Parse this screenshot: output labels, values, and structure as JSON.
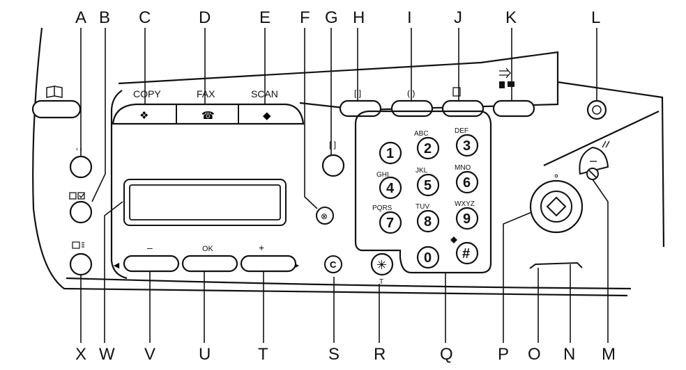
{
  "callouts": {
    "top": [
      "A",
      "B",
      "C",
      "D",
      "E",
      "F",
      "G",
      "H",
      "I",
      "J",
      "K",
      "L"
    ],
    "bottom": [
      "X",
      "W",
      "V",
      "U",
      "T",
      "S",
      "R",
      "Q",
      "P",
      "O",
      "N",
      "M"
    ]
  },
  "mode_buttons": {
    "copy": "COPY",
    "fax": "FAX",
    "scan": "SCAN"
  },
  "nav": {
    "minus": "–",
    "ok": "OK",
    "plus": "+"
  },
  "keypad": {
    "keys": [
      {
        "digit": "1",
        "letters": ""
      },
      {
        "digit": "2",
        "letters": "ABC"
      },
      {
        "digit": "3",
        "letters": "DEF"
      },
      {
        "digit": "4",
        "letters": "GHI"
      },
      {
        "digit": "5",
        "letters": "JKL"
      },
      {
        "digit": "6",
        "letters": "MNO"
      },
      {
        "digit": "7",
        "letters": "PQRS"
      },
      {
        "digit": "8",
        "letters": "TUV"
      },
      {
        "digit": "9",
        "letters": "WXYZ"
      },
      {
        "digit": "0",
        "letters": ""
      },
      {
        "digit": "#",
        "letters": ""
      }
    ],
    "star_key": "✳",
    "tone_label": "T",
    "clear_key": "C"
  }
}
